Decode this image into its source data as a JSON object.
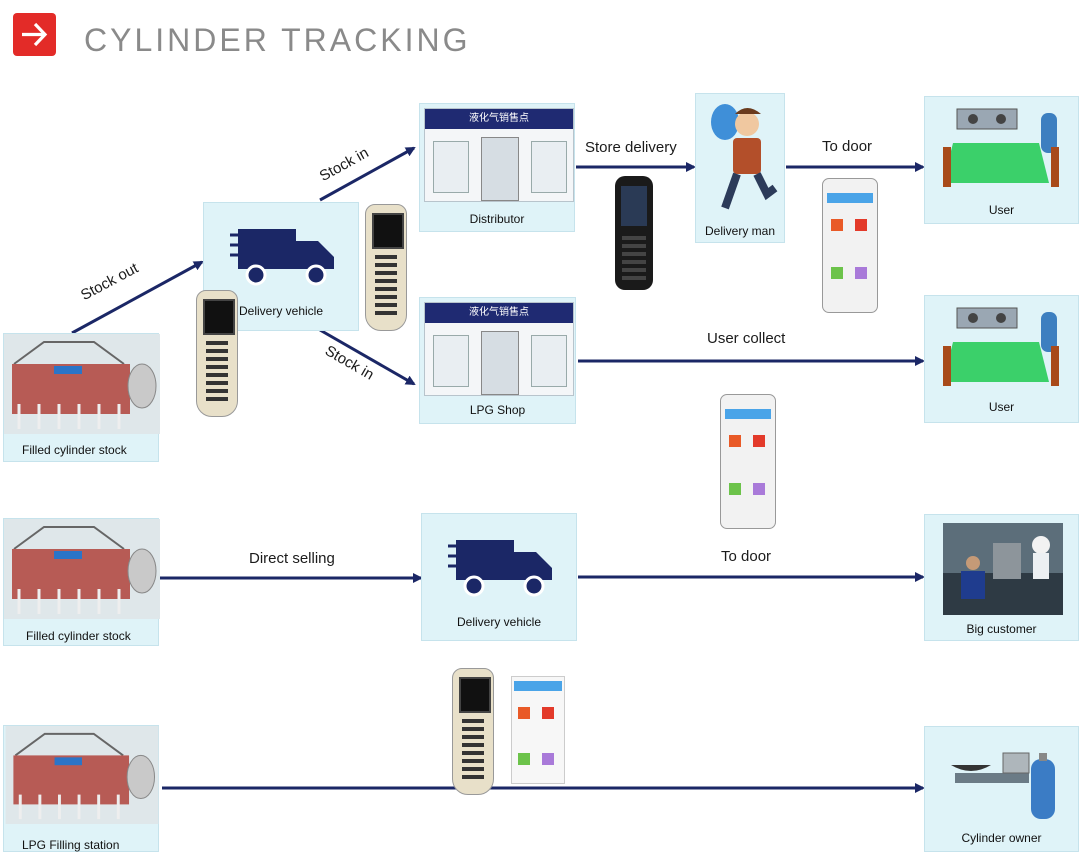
{
  "header": {
    "title": "CYLINDER TRACKING"
  },
  "nodes": {
    "stock_top": "Filled cylinder stock",
    "vehicle_top": "Delivery vehicle",
    "distributor": "Distributor",
    "distributor_sign": "液化气销售点",
    "delivery_man": "Delivery man",
    "user_1": "User",
    "lpg_shop": "LPG Shop",
    "lpg_shop_sign": "液化气销售点",
    "user_2": "User",
    "stock_mid": "Filled cylinder stock",
    "vehicle_mid": "Delivery vehicle",
    "big_customer": "Big customer",
    "filling_station": "LPG Filling station",
    "cylinder_owner": "Cylinder owner"
  },
  "edges": {
    "stock_out": "Stock out",
    "stock_in_top": "Stock in",
    "stock_in_bottom": "Stock in",
    "store_delivery": "Store delivery",
    "to_door_top": "To door",
    "user_collect": "User collect",
    "direct_selling": "Direct selling",
    "to_door_mid": "To door"
  },
  "colors": {
    "accent": "#e32b28",
    "arrow": "#1b2766",
    "node_bg": "#dff3f8",
    "title": "#8a8a8a"
  }
}
